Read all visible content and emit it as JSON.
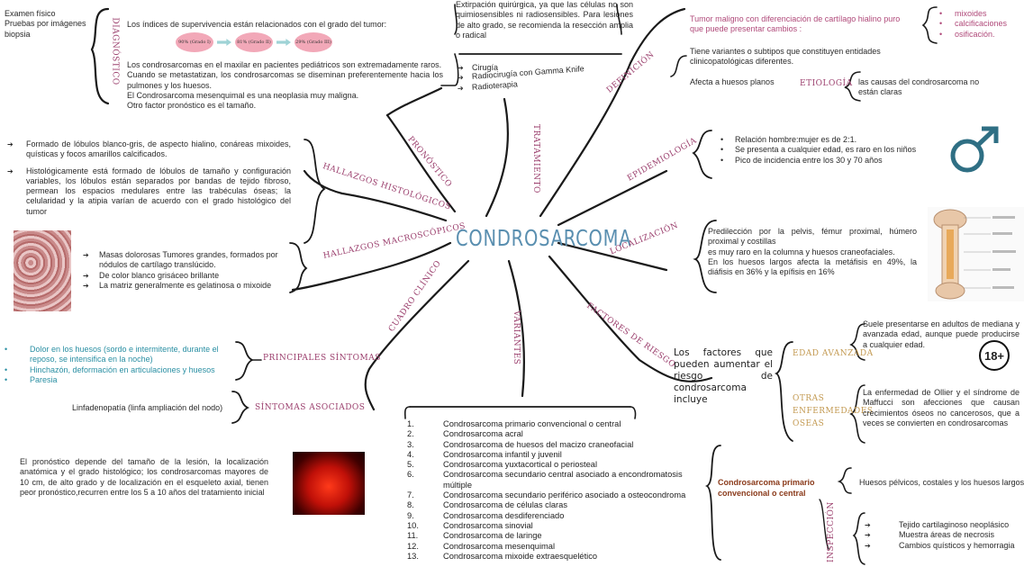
{
  "center": {
    "title": "CONDROSARCOMA"
  },
  "branches": {
    "diagnostico": "DIAGNÓSTICO",
    "pronostico": "PRONÓSTICO",
    "tratamiento": "TRATAMIENTO",
    "definicion": "DEFINICIÓN",
    "etiologia": "ETIOLOGÍA",
    "epidemiologia": "EPIDEMIOLOGÍA",
    "localizacion": "LOCALIZACIÓN",
    "factores": "FACTORES DE RIESGO",
    "edad": "EDAD AVANZADA",
    "otras": [
      "OTRAS",
      "ENFERMEDADES",
      "OSEAS"
    ],
    "variantes": "VARIANTES",
    "cuadro": "CUADRO CLÍNICO",
    "macro": "HALLAZGOS MACROSCÓPICOS",
    "histo": "HALLAZGOS HISTOLÓGICOS",
    "sintomas": "PRINCIPALES SÍNTOMAS",
    "asociados": "SÍNTOMAS ASOCIADOS",
    "inspeccion": "INSPECCIÓN"
  },
  "diagnostico_items": [
    "Examen físico",
    "Pruebas por imágenes",
    "biopsia"
  ],
  "pronostico": {
    "intro": "Los índices de supervivencia están relacionados con el grado del tumor:",
    "grades": [
      "90% (Grado I)",
      "81% (Grado II)",
      "29% (Grado III)"
    ],
    "text": [
      "Los condrosarcomas en el maxilar en pacientes pediátricos son extremadamente raros.",
      "Cuando se metastatizan, los condrosarcomas se diseminan preferentemente hacia los pulmones y los huesos.",
      "El Condrosarcoma mesenquimal es una neoplasia muy maligna.",
      "Otro factor pronóstico es el tamaño."
    ]
  },
  "tratamiento": {
    "text": "Extirpación quirúrgica, ya que las células no son quimiosensibles ni radiosensibles. Para lesiones de alto grado, se recomienda la resección amplia o radical",
    "items": [
      "Cirugía",
      "Radiocirugía con Gamma Knife",
      "Radioterapia"
    ]
  },
  "definicion": {
    "main": "Tumor maligno con diferenciación de cartílago hialino puro que puede presentar cambios :",
    "changes": [
      "mixoides",
      "calcificaciones",
      "osificación."
    ],
    "variants": "Tiene variantes o subtipos que constituyen entidades clinicopatológicas diferentes.",
    "affects": "Afecta a huesos planos",
    "etiologia": "las causas del condrosarcoma no están claras"
  },
  "epidemiologia": [
    "Relación hombre:mujer es de 2:1.",
    "Se presenta a cualquier edad, es raro en los niños",
    "Pico de incidencia entre los 30 y 70 años"
  ],
  "localizacion": {
    "l1": "Predilección por la pelvis, fémur proximal, húmero proximal y costillas",
    "l2": "es muy raro en la columna y huesos craneofaciales.",
    "l3": "En los huesos largos afecta la metáfisis en 49%, la diáfisis en 36% y la epífisis en 16%"
  },
  "factores": {
    "intro": "Los factores que pueden aumentar el riesgo de condrosarcoma incluye",
    "edad": "Suele presentarse en adultos de mediana y avanzada edad, aunque puede producirse a cualquier edad.",
    "age_badge": "18+",
    "otras": "La enfermedad de Ollier y el síndrome de Maffucci son afecciones que causan crecimientos óseos no cancerosos, que a veces se convierten en condrosarcomas"
  },
  "histologicos": [
    "Formado de lóbulos blanco-gris, de aspecto hialino, conáreas mixoides, quísticas y focos amarillos calcificados.",
    "Histológicamente está formado de lóbulos de tamaño y configuración variables, los lóbulos están separados por bandas de tejido fibroso, permean los espacios medulares entre las trabéculas óseas; la celularidad y la atipia varían de acuerdo con el grado histológico del tumor"
  ],
  "macroscopicos": [
    "Masas dolorosas Tumores grandes, formados por nódulos de cartílago translúcido.",
    "De color blanco grisáceo brillante",
    "La matriz generalmente es gelatinosa o mixoide"
  ],
  "sintomas": [
    "Dolor en los huesos (sordo e intermitente, durante el reposo, se intensifica en la noche)",
    "Hinchazón, deformación en articulaciones y huesos",
    "Paresia"
  ],
  "asociados": "Linfadenopatía (linfa ampliación del nodo)",
  "pronostico_bottom": "El pronóstico depende del tamaño de la lesión, la localización anatómica y el grado histológico; los condrosarcomas mayores de 10 cm, de alto grado y de localización en el esqueleto axial, tienen peor pronóstico,recurren entre los 5 a 10 años del tratamiento inicial",
  "variantes": [
    {
      "n": "1.",
      "t": "Condrosarcoma primario convencional o central"
    },
    {
      "n": "2.",
      "t": "Condrosarcoma acral"
    },
    {
      "n": "3.",
      "t": "Condrosarcoma de huesos del macizo craneofacial"
    },
    {
      "n": "4.",
      "t": "Condrosarcoma infantil y juvenil"
    },
    {
      "n": "5.",
      "t": "Condrosarcoma yuxtacortical o periosteal"
    },
    {
      "n": "6.",
      "t": "Condrosarcoma secundario central asociado a encondromatosis múltiple"
    },
    {
      "n": "7.",
      "t": "Condrosarcoma secundario periférico asociado a osteocondroma"
    },
    {
      "n": "8.",
      "t": "Condrosarcoma de células claras"
    },
    {
      "n": "9.",
      "t": "Condrosarcoma desdiferenciado"
    },
    {
      "n": "10.",
      "t": "Condrosarcoma sinovial"
    },
    {
      "n": "11.",
      "t": "Condrosarcoma de laringe"
    },
    {
      "n": "12.",
      "t": "Condrosarcoma mesenquimal"
    },
    {
      "n": "13.",
      "t": "Condrosarcoma mixoide extraesquelético"
    }
  ],
  "primario": {
    "title": "Condrosarcoma primario convencional o central",
    "huesos": "Huesos pélvicos, costales y los huesos largos",
    "inspeccion": [
      "Tejido cartilaginoso neoplásico",
      "Muestra áreas de necrosis",
      "Cambios quísticos y hemorragia"
    ]
  },
  "colors": {
    "title": "#5a8fb0",
    "branch": "#9b3f6d",
    "teal": "#2a8fa3",
    "brown": "#8a3a1a",
    "male_symbol": "#2f6f84"
  },
  "icons": [
    "male-symbol-icon",
    "age-18-plus-icon"
  ]
}
